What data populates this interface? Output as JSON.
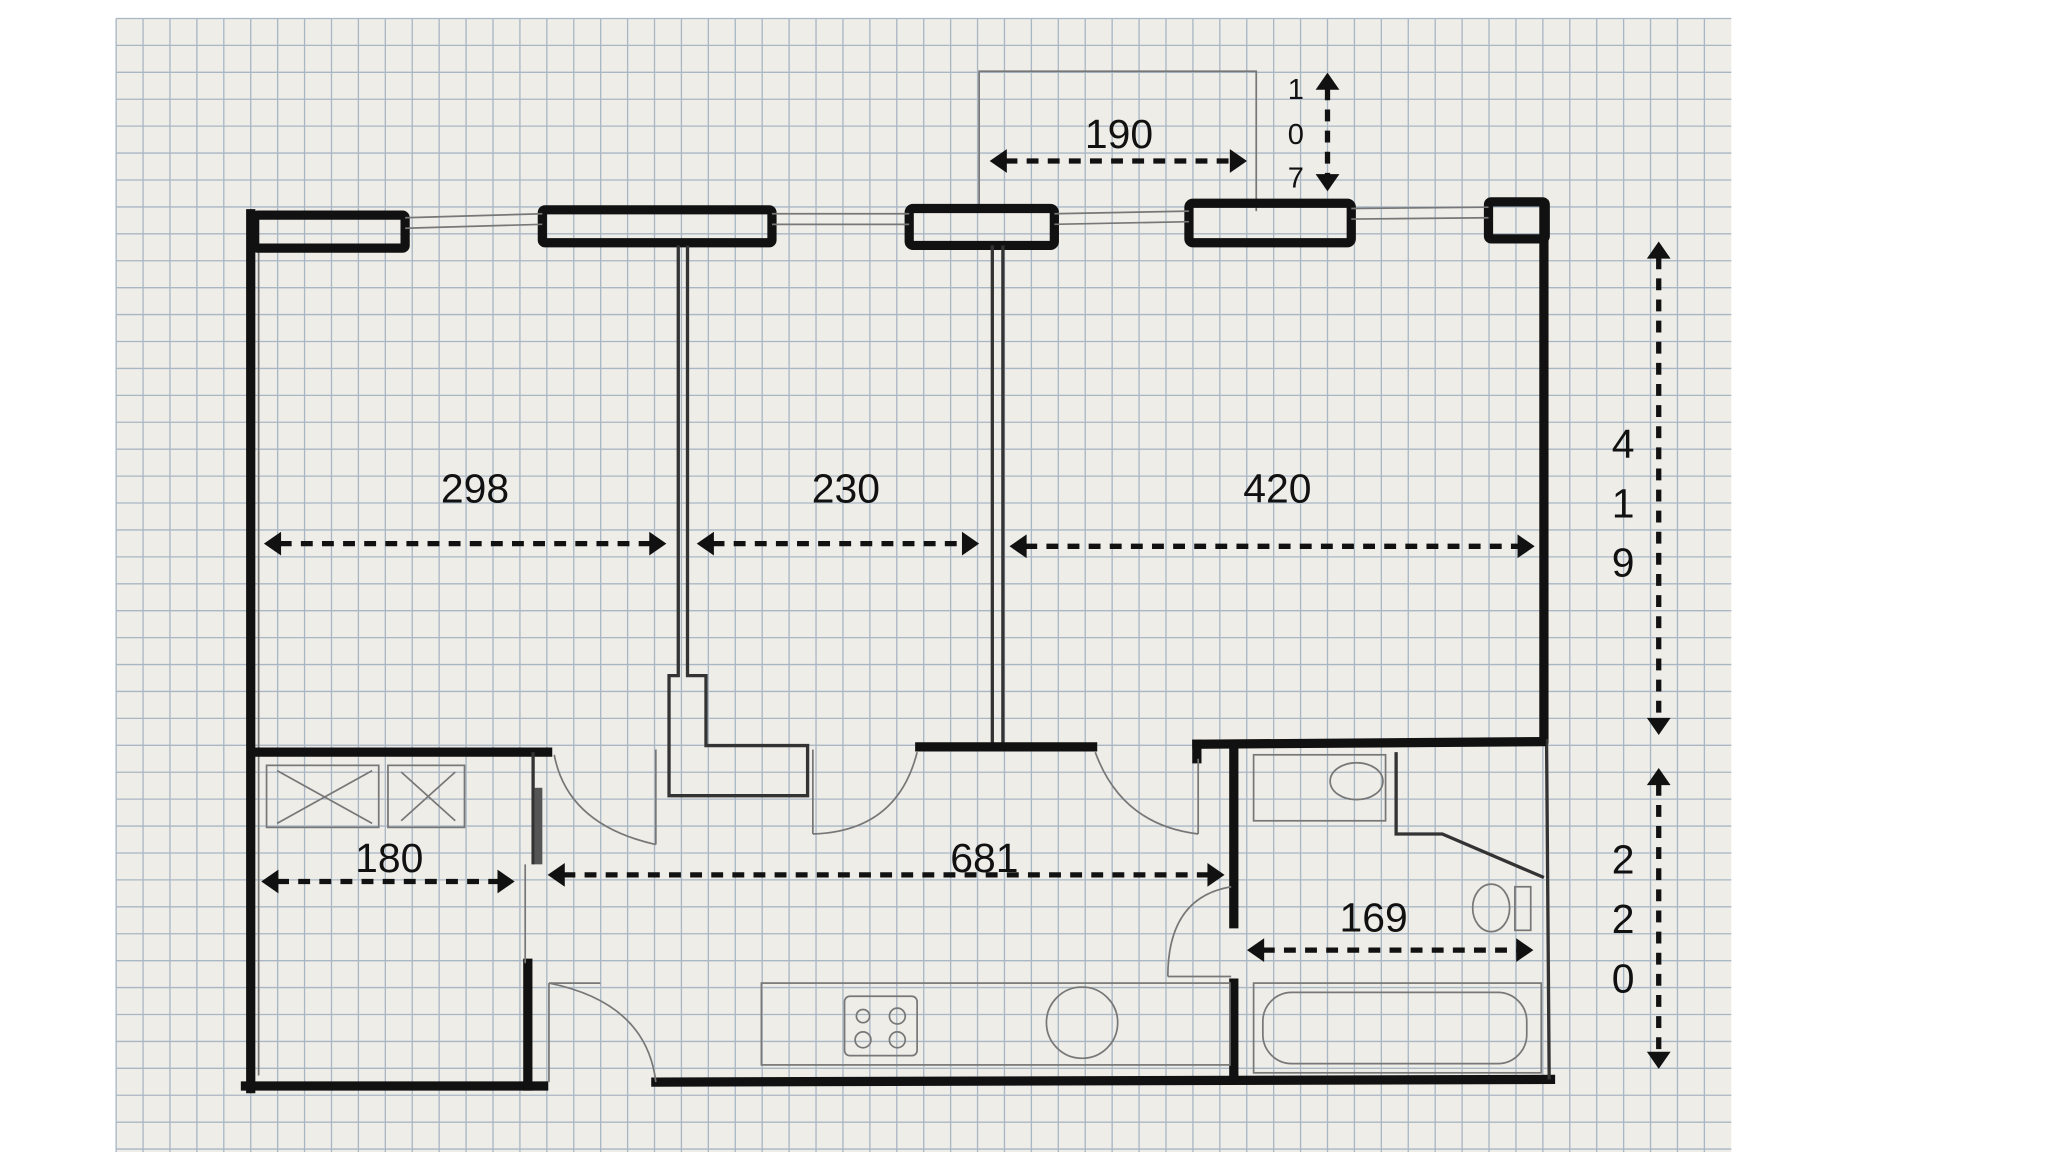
{
  "floor_plan": {
    "dimensions": {
      "room_left_width": "298",
      "room_middle_width": "230",
      "room_right_width": "420",
      "balcony_width": "190",
      "balcony_depth": [
        "1",
        "0",
        "7"
      ],
      "upper_height": [
        "4",
        "1",
        "9"
      ],
      "lower_height": [
        "2",
        "2",
        "0"
      ],
      "storage_width": "180",
      "hall_width": "681",
      "bathroom_width": "169"
    },
    "colors": {
      "paper": "#eeede8",
      "grid": "#a9b6c4",
      "ink": "#111111"
    }
  }
}
